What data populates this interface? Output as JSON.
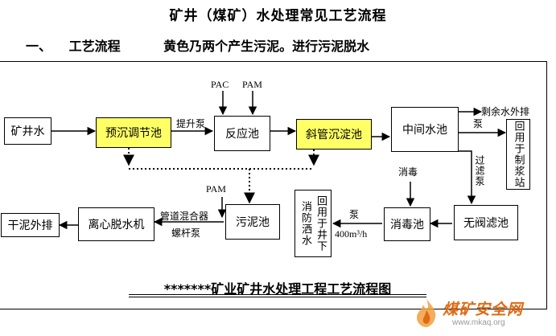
{
  "title": "矿井（煤矿）水处理常见工艺流程",
  "subtitle": {
    "number": "一、",
    "heading": "工艺流程",
    "note": "黄色乃两个产生污泥。进行污泥脱水"
  },
  "nodes": {
    "mine_water": "矿井水",
    "pre_settling": "预沉调节池",
    "reaction": "反应池",
    "inclined_tube": "斜管沉淀池",
    "middle_pool": "中间水池",
    "reuse_coal": "回用于制浆站",
    "valveless_filter": "无阀滤池",
    "disinfection": "消毒池",
    "fire_sprinkler": "消防洒水",
    "reuse_underground": "回用于井下",
    "sludge_pool": "污泥池",
    "centrifuge": "离心脱水机",
    "dry_sludge": "干泥外排"
  },
  "labels": {
    "lift_pump": "提升泵",
    "pac": "PAC",
    "pam_top": "PAM",
    "surplus_out": "剩余水外排",
    "pump_right": "泵",
    "filter_pump": "过滤泵",
    "disinfectant": "消毒",
    "pump_bottom": "泵",
    "flow_rate": "400m³/h",
    "pam_sludge": "PAM",
    "pipe_mixer": "管道混合器",
    "screw_pump": "螺杆泵"
  },
  "footer": "*******矿业矿井水处理工程工艺流程图",
  "watermark": {
    "brand": "煤矿安全网",
    "url": "www.mkaq.org"
  },
  "colors": {
    "highlight": "#ffff66",
    "brand": "#e06a12"
  }
}
